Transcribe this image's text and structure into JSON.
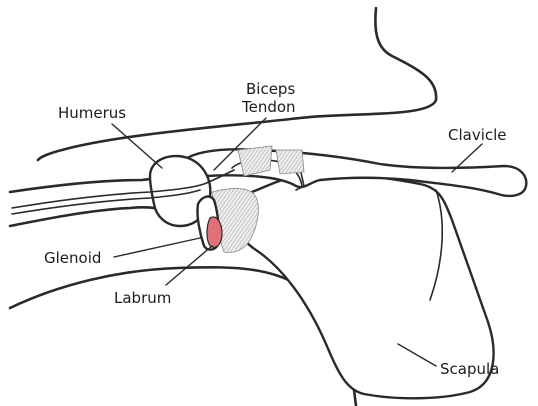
{
  "labels": {
    "humerus": "Humerus",
    "biceps_line1": "Biceps",
    "biceps_line2": "Tendon",
    "clavicle": "Clavicle",
    "glenoid": "Glenoid",
    "labrum": "Labrum",
    "scapula": "Scapula"
  },
  "colors": {
    "line": "#2a2a2a",
    "labrum_highlight": "#e2707a",
    "background": "#ffffff"
  }
}
